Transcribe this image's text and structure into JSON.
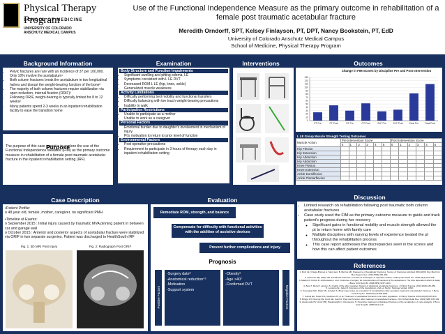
{
  "header": {
    "logo_line1": "Physical Therapy Program",
    "logo_line2": "SCHOOL OF MEDICINE",
    "logo_line3": "UNIVERSITY OF COLORADO",
    "logo_line4": "ANSCHUTZ MEDICAL CAMPUS",
    "title": "Use of the Functional Independence Measure as the primary outcome in rehabilitation of a female post traumatic acetabular fracture",
    "authors": "Meredith Orndorff, SPT, Kelsey Finlayson, PT, DPT, Nancy Bookstein, PT, EdD",
    "affiliation1": "University of Colorado Anschutz Medical Campus",
    "affiliation2": "School of Medicine, Physical Therapy Program"
  },
  "background": {
    "heading": "Background Information",
    "bullets": [
      "Pelvic fractures are rare with an incidence of 37 per 100,000. Only 10% involve the acetabulum¹",
      "Both column fractures break the acetabulum in two longitudinal halves and disrupt the weight-bearing function of the bone²",
      "The majority of both column fractures require stabilization via open reduction, internal fixation (ORIF)²",
      "Following ORIF, weight-bearing is typically limited for 8 to 12 weeks²",
      "Many patients spend 2-3 weeks in an inpatient rehabilitation facility to ease the transition home"
    ]
  },
  "purpose": {
    "heading": "Purpose",
    "text": "The purpose of this case report is to explore the use of the Functional Independence Measure (FIM) as the primary outcome measure in rehabilitation of a female post traumatic acetabular fracture in the inpatient rehabilitation setting (IRF)"
  },
  "examination": {
    "heading": "Examination",
    "sections": [
      {
        "title": "Body Structure and Function Impairments",
        "items": [
          "Significant swelling and pitting edema, LE",
          "Symptoms consistent with L LE DVT",
          "Decreased ROM L LE (hip, knee, ankle)",
          "Generalized muscle weakness"
        ]
      },
      {
        "title": "Activity Limitations",
        "items": [
          "Difficulty performing bed mobility and functional transfers",
          "Difficulty balancing with toe touch weight-bearing precautions",
          "Inability to walk"
        ]
      },
      {
        "title": "Participation Restrictions",
        "items": [
          "Unable to participate as a mother",
          "Unable to work as a caregiver"
        ]
      },
      {
        "title": "Personal Factors",
        "items": [
          "Emotional burden due to daughter's involvement in mechanism of injury",
          "Pt's motivation to return to prior level of function"
        ]
      },
      {
        "title": "Environmental Factors",
        "items": [
          "Post operative precautions",
          "Requirement to participate in 3 hours of therapy each day in inpatient rehabilitation setting"
        ]
      }
    ]
  },
  "interventions": {
    "heading": "Interventions"
  },
  "outcomes": {
    "heading": "Outcomes",
    "table_caption": "L LE Group Muscle Strength Testing Outcomes",
    "table_cols": [
      "Muscle Action",
      "Pre Intervention Score",
      "Post Intervention Score"
    ],
    "table_scale": [
      "0",
      "1",
      "2",
      "3",
      "4",
      "5",
      "0",
      "1",
      "2",
      "3",
      "4",
      "5"
    ],
    "table_rows": [
      "Hip Flexion",
      "Hip Extension",
      "Hip Abduction",
      "Hip Adduction",
      "Knee Flexion",
      "Knee Extension",
      "Ankle Dorsiflexion",
      "Ankle Plantarflexion"
    ]
  },
  "chart_data": {
    "type": "bar",
    "title": "Change in FIM Scores by Discipline Pre and Post Intervention",
    "categories": [
      "PT Pre",
      "PT Post",
      "OT Pre",
      "OT Post",
      "SLP Pre",
      "SLP Post",
      "Total Pre",
      "Total Post"
    ],
    "values": [
      25,
      46,
      30,
      52,
      28,
      33,
      82,
      110
    ],
    "ylim": [
      0,
      130
    ],
    "yticks": [
      "0",
      "10",
      "20",
      "30",
      "40",
      "50",
      "60",
      "70",
      "80",
      "90",
      "100",
      "110",
      "120",
      "130"
    ]
  },
  "case": {
    "heading": "Case Description",
    "profile_label": "•Patient Profile:",
    "profile": "o  48 year old, female, mother, caregiver, no significant PMH",
    "timeline_label": "•Timeline of Events:",
    "timeline": [
      "o  September 2015 : Initial injury caused by traumatic MVA pinning patient in between car and garage wall",
      "o  October 2015 : Anterior and posterior aspects of acetabular fracture were stabilized via ORIF in two separate surgeries. Patient was discharged to HealthSouth IRF"
    ],
    "fig1": "Fig. 1: 3D MRI Post Injury",
    "fig2": "Fig. 2: Radiograph Post ORIF"
  },
  "evaluation": {
    "heading": "Evaluation",
    "box1": "Remediate ROM, strength, and balance deficits",
    "box2": "Compensate for difficulty with functional activities with the addition of assistive devices",
    "box3": "Prevent further complications and injury"
  },
  "prognosis": {
    "heading": "Prognosis",
    "positive_label": "Positive Factors",
    "negative_label": "Negative Factors",
    "positive": [
      "-Surgery date³",
      "-Anatomical reduction⁴⁵",
      "-Motivation",
      "-Support system"
    ],
    "negative": [
      "-Obesity⁶",
      "-Age >40⁷",
      "-Confirmed DVT"
    ]
  },
  "discussion": {
    "heading": "Discussion",
    "bullets": [
      "Limited research on rehabilitation following post traumatic both column acetabular fractures",
      "Case study used the FIM as the primary outcome measure to guide and track patient's progress during her recovery"
    ],
    "sub": [
      "Significant gains in functional mobility and muscle strength allowed the pt to return home with family care",
      "Multiple disciplines with varying levels of experience treated the pt throughout the rehabilitation process",
      "This case report addresses the discrepancies seen in the scores and how this can affect patient outcomes"
    ]
  },
  "references": {
    "heading": "References",
    "items": [
      "1. Ruiz JE, Ortega-Briones A, Saint-Lary B, Berrios AB. Frequency of Acetabular Fractures: Survey of Fractures Admitted 2004-2009. Rev Med Inst Mex Seguro Soc. 2012;50(5):481-484.",
      "2. Laurence ME, Matta JM. Acetabular fractures: a review of techniques of operative fixation. Orthop Clin North Am. 2010;41(2):221-228.",
      "3. Madhu R, Kotnis R, Al-Mousawi A, et al. Outcome of surgery for reconstruction of fractures of the acetabulum. The time dependent effect of delay. J Bone Joint Surg Br. 2006;88(9):1197-1203.",
      "4. Borg T, Berg P, Larsson S. Quality of life after operative fixation of displaced acetabular fractures. J Orthop Trauma. 2012;26(8):445-450.",
      "5. Letournel E, Judet R. Fractures of the Acetabulum. 2nd ed. Berlin: Springer-Verlag; 1993.",
      "6. Karunakar MA, Shah SN, Jerabek S. Body mass index as a predictor of complications after operative treatment of acetabular fractures. J Bone Joint Surg Am. 2005;87(7):1498-1502.",
      "7. Carroll EA, Huber FG, Goldman AT, et al. Treatment of acetabular fractures in an older population. J Orthop Trauma. 2010;24(10):637-644.",
      "8. Briggs JN, Fleming CE, Kurtz AE, Ganz R. Pain and function after treatment of acetabular fractures. Clin Orthop Relat Res. 2004;(428):135-142.",
      "9. Giannoudis PV, Grotz MR, Papakostidis C, Dinopoulos H. Operative treatment of displaced fractures of the acetabulum. A meta-analysis. J Bone Joint Surg Br. 2005;87(1):2-9."
    ]
  }
}
